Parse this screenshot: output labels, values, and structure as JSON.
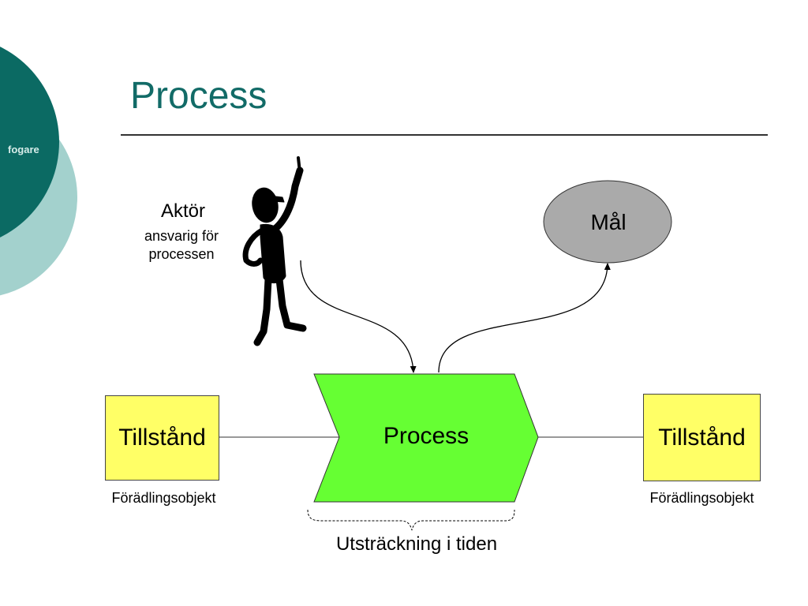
{
  "slide": {
    "brand": "fogare",
    "title": "Process"
  },
  "diagram": {
    "actor": {
      "title": "Aktör",
      "description": "ansvarig för processen",
      "icon": "pointing-person-icon"
    },
    "goal": {
      "label": "Mål",
      "color": "#aaaaaa"
    },
    "process": {
      "label": "Process",
      "color": "#66ff33"
    },
    "state_left": {
      "label": "Tillstånd",
      "object": "Förädlingsobjekt",
      "color": "#ffff66"
    },
    "state_right": {
      "label": "Tillstånd",
      "object": "Förädlingsobjekt",
      "color": "#ffff66"
    },
    "time_span": {
      "label": "Utsträckning i tiden"
    }
  },
  "theme": {
    "dark_teal": "#0b6a63",
    "light_teal": "#a3d1cd",
    "title_color": "#126b67"
  }
}
